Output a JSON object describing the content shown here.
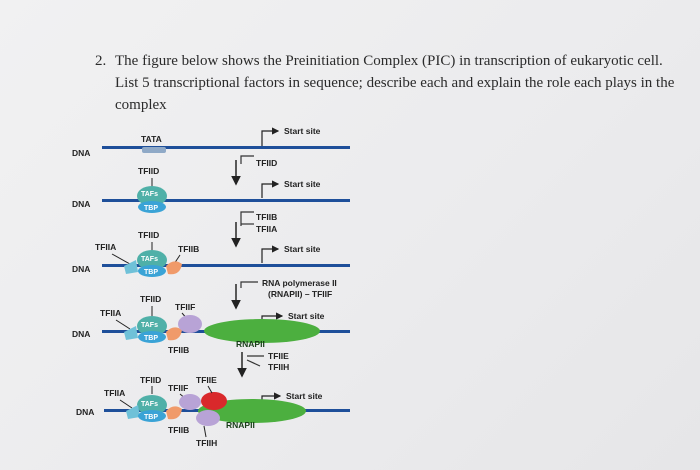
{
  "question": {
    "number": "2.",
    "text": "The figure below shows the Preinitiation Complex (PIC) in transcription of eukaryotic cell. List 5 transcriptional factors in sequence; describe each and explain the role each plays in the complex"
  },
  "figure": {
    "labels": {
      "dna": "DNA",
      "tata": "TATA",
      "start_site": "Start site",
      "tfiid": "TFIID",
      "tafs": "TAFs",
      "tbp": "TBP",
      "tfiib": "TFIIB",
      "tfiia": "TFIIA",
      "tfiif": "TFIIF",
      "tfiie": "TFIIE",
      "tfiih": "TFIIH",
      "rnapii": "RNAPII",
      "rna_pol_line1": "RNA polymerase II",
      "rna_pol_line2": "(RNAPII) – TFIIF"
    },
    "colors": {
      "dna": "#1e4f9a",
      "tbp": "#3aa3d6",
      "tafs": "#4fb0a8",
      "tfiia": "#6fc1d8",
      "tfiib": "#f09a6a",
      "tfiif": "#b8a3d6",
      "rnapii": "#4caf3f",
      "tfiie": "#d9282b"
    }
  }
}
